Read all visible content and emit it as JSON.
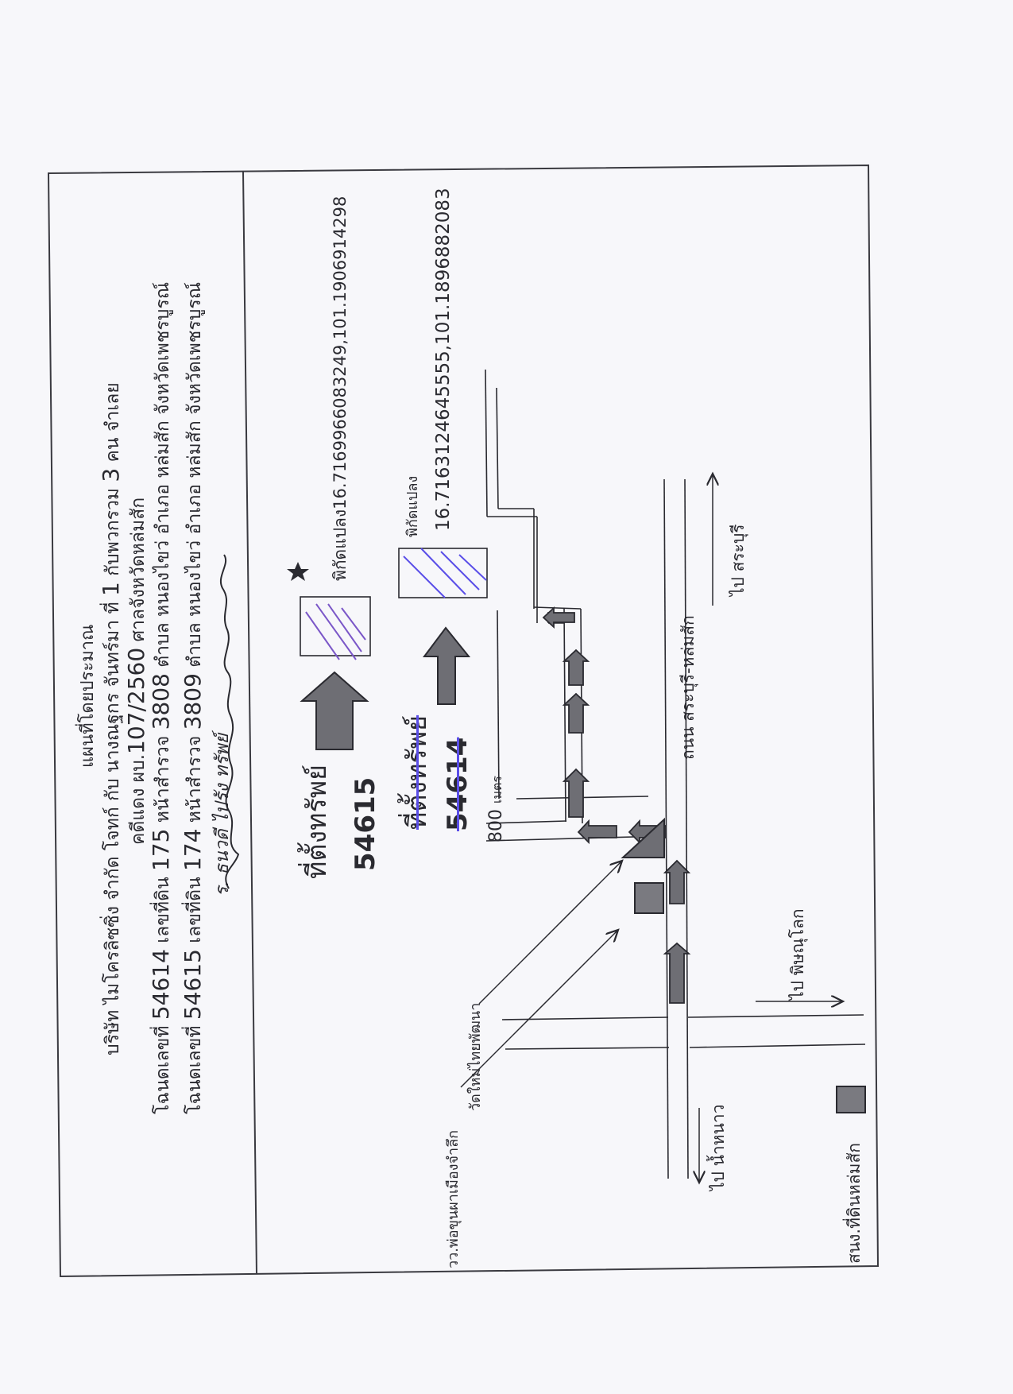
{
  "header": {
    "title": "แผนที่โดยประมาณ",
    "line_parties": {
      "prefix": "บริษัท ไมโครลิซซิ่ง จำกัด โจทก์ กับ นางณฐกร จันทร์มา ที่",
      "number": "1",
      "middle": "กับพวกรวม",
      "count": "3",
      "suffix": "คน จำเลย"
    },
    "line_case": {
      "prefix": "คดีแดง ผบ.",
      "case_no": "107/2560",
      "suffix": "ศาลจังหวัดหล่มสัก"
    },
    "deed_1": {
      "label": "โฉนดเลขที่",
      "no": "54614",
      "land_label": "เลขที่ดิน",
      "land_no": "175",
      "survey_label": "หน้าสำรวจ",
      "survey_no": "3808",
      "location": "ตำบล หนองไขว่ อำเภอ หล่มสัก จังหวัดเพชรบูรณ์"
    },
    "deed_2": {
      "label": "โฉนดเลขที่",
      "no": "54615",
      "land_label": "เลขที่ดิน",
      "land_no": "174",
      "survey_label": "หน้าสำรวจ",
      "survey_no": "3809",
      "location": "ตำบล หนองไขว่ อำเภอ หล่มสัก จังหวัดเพชรบูรณ์"
    },
    "signature": "ร. ธนวดี ไปรัง ทรัพย์"
  },
  "map": {
    "property_label_top": "ที่ตั้งทรัพย์",
    "property_no_top": "54615",
    "property_label_bottom": "ที่ตั้งทรัพย์",
    "property_no_bottom": "54614",
    "coord_1": "พิกัดแปลง16.7169966083249,101.1906914298",
    "coord_2_label": "พิกัดแปลง",
    "coord_2_value": "16.7163124645555,101.1896882083",
    "distance": "800",
    "distance_unit": "เมตร",
    "road": "ถนน สระบุรี-หล่มสัก",
    "to_saraburi": "ไป สระบุรี",
    "to_phitsanulok": "ไป พิษณุโลก",
    "to_nam_nao": "ไป น้ำหนาว",
    "landmark_temple": "วัดใหม่ไทยพัฒนา",
    "landmark_statue": "วว.พ่อขุนผาเมืองจำลึก",
    "office": "สนง.ที่ดินหล่มสัก"
  },
  "colors": {
    "ink": "#2a2a30",
    "arrow_fill": "#6e6e74",
    "pen_blue": "#5a4ee8",
    "pen_purple": "#7b57c8"
  }
}
